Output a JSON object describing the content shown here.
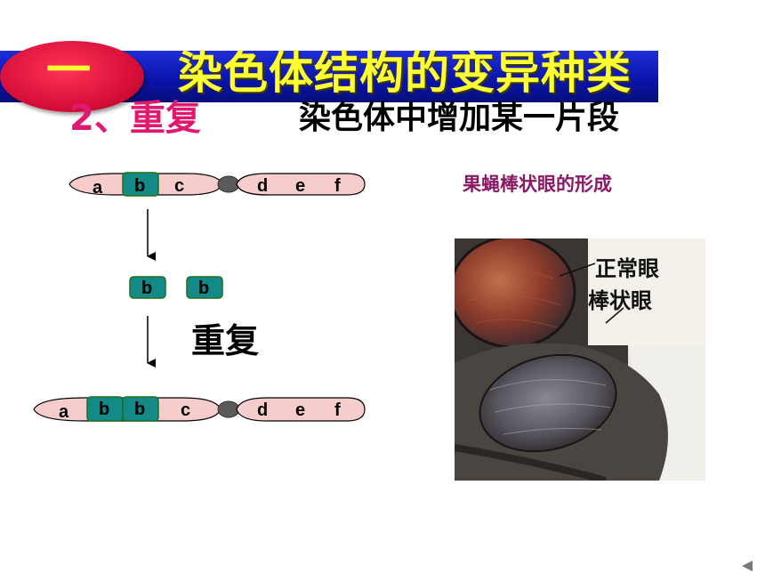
{
  "header": {
    "badge": "一",
    "title": "染色体结构的变异种类"
  },
  "subtitle": {
    "number": "2、重复",
    "description": "染色体中增加某一片段"
  },
  "diagram": {
    "top_chromosome": [
      "a",
      "b",
      "c",
      "d",
      "e",
      "f"
    ],
    "middle_segments": [
      "b",
      "b"
    ],
    "middle_label": "重复",
    "bottom_chromosome": [
      "a",
      "b",
      "b",
      "c",
      "d",
      "e",
      "f"
    ]
  },
  "photo": {
    "caption": "果蝇棒状眼的形成",
    "label_normal": "正常眼",
    "label_bar": "棒状眼"
  },
  "colors": {
    "banner": "#0a13a8",
    "title_text": "#ffff33",
    "badge": "#d8103a",
    "chromosome_fill": "#f6cccc",
    "segment_fill": "#138a88",
    "centromere": "#5a5a5a"
  }
}
